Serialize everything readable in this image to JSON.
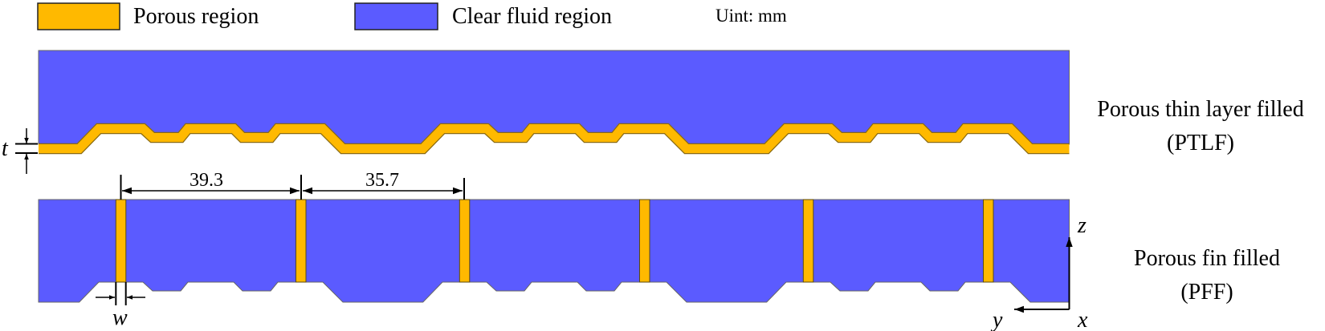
{
  "legend": {
    "porous_label": "Porous region",
    "fluid_label": "Clear fluid region",
    "unit_label": "Uint: mm"
  },
  "colors": {
    "porous": "#ffb900",
    "fluid": "#5b5bff"
  },
  "ptlf": {
    "title_line1": "Porous thin layer filled",
    "title_line2": "(PTLF)",
    "thickness_symbol": "t"
  },
  "pff": {
    "title_line1": "Porous fin filled",
    "title_line2": "(PFF)",
    "width_symbol": "w",
    "dimension_1": "39.3",
    "dimension_2": "35.7"
  },
  "axes": {
    "z": "z",
    "y": "y",
    "x": "x"
  }
}
